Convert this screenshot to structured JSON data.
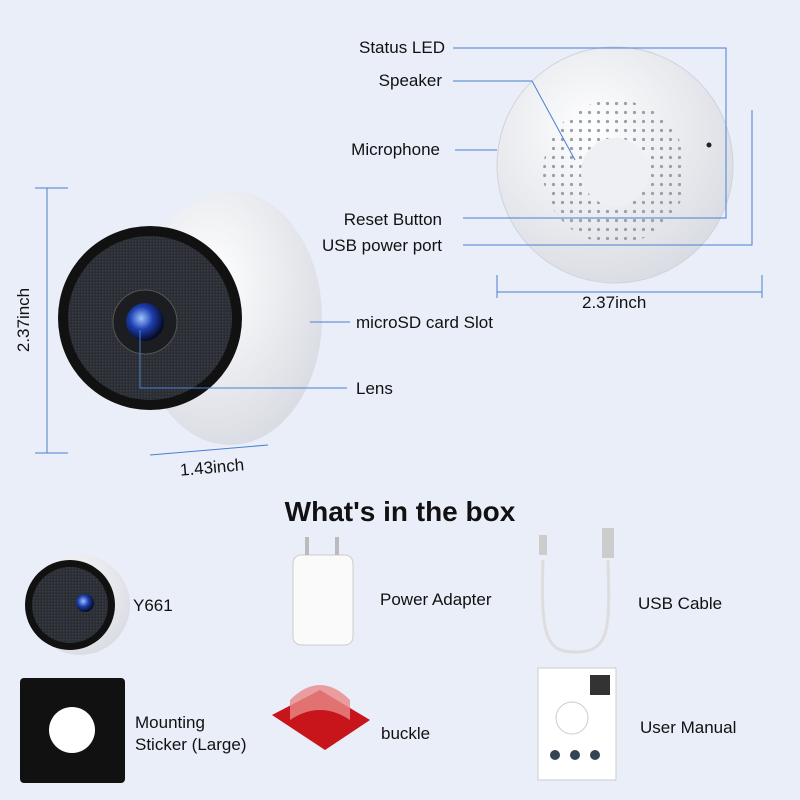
{
  "callouts": {
    "status_led": "Status LED",
    "speaker": "Speaker",
    "microphone": "Microphone",
    "reset_button": "Reset Button",
    "usb_port": "USB power port",
    "microsd": "microSD card Slot",
    "lens": "Lens"
  },
  "dimensions": {
    "height": "2.37inch",
    "width": "2.37inch",
    "depth": "1.43inch"
  },
  "box": {
    "title": "What's in the box",
    "items": [
      "Y661",
      "Power Adapter",
      "USB Cable",
      "Mounting\nSticker (Large)",
      "buckle",
      "User Manual"
    ]
  },
  "colors": {
    "background": "#e9eef9",
    "line": "#4a7fd0"
  }
}
